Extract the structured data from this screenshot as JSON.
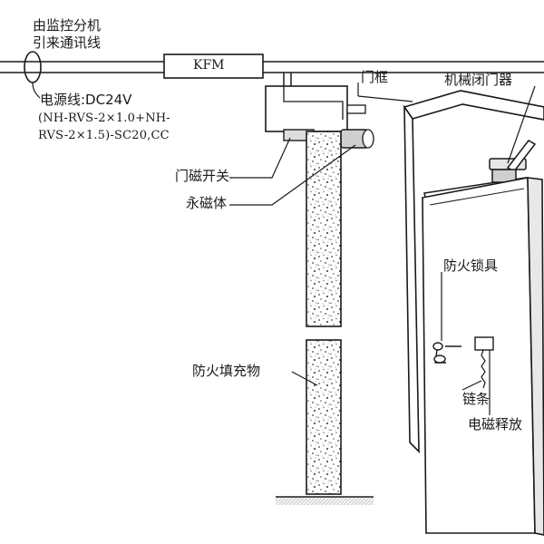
{
  "labels": {
    "source_line1": "由监控分机",
    "source_line2": "引来通讯线",
    "kfm": "KFM",
    "power_line1": "电源线:DC24V",
    "power_line2": "(NH-RVS-2×1.0+NH-",
    "power_line3": "RVS-2×1.5)-SC20,CC",
    "door_frame": "门框",
    "mechanical_closer": "机械闭门器",
    "magnetic_switch": "门磁开关",
    "permanent_magnet": "永磁体",
    "fire_lock": "防火锁具",
    "fire_filler": "防火填充物",
    "chain": "链条",
    "electromagnetic_release": "电磁释放"
  },
  "colors": {
    "line": "#1a1a1a",
    "background": "#ffffff",
    "filler_dots": "#555555"
  }
}
